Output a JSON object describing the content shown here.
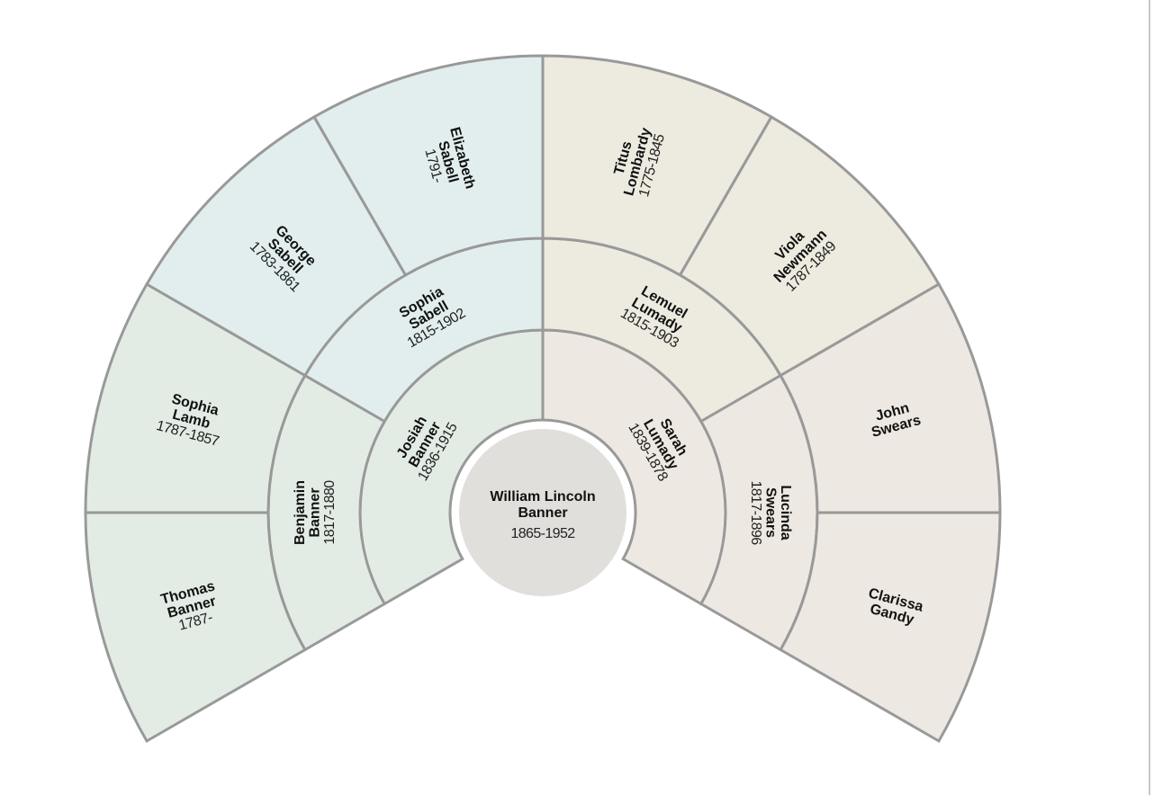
{
  "colors": {
    "paternal_father": "#e2ece4",
    "paternal_mother": "#e2eeee",
    "maternal_father": "#edeadf",
    "maternal_mother": "#ede8e1",
    "root": "#e0dfdc",
    "stroke": "#999999"
  },
  "root": {
    "name1": "William Lincoln",
    "name2": "Banner",
    "dates": "1865-1952"
  },
  "generations": [
    [
      {
        "names": [
          "Josiah",
          "Banner"
        ],
        "dates": "1836-1915",
        "color": "#e2ece4"
      },
      {
        "names": [
          "Sarah",
          "Lumady"
        ],
        "dates": "1839-1878",
        "color": "#ede8e1"
      }
    ],
    [
      {
        "names": [
          "Benjamin",
          "Banner"
        ],
        "dates": "1817-1880",
        "color": "#e2ece4"
      },
      {
        "names": [
          "Sophia",
          "Sabell"
        ],
        "dates": "1815-1902",
        "color": "#e2eeee"
      },
      {
        "names": [
          "Lemuel",
          "Lumady"
        ],
        "dates": "1815-1903",
        "color": "#edeadf"
      },
      {
        "names": [
          "Lucinda",
          "Swears"
        ],
        "dates": "1817-1896",
        "color": "#ede8e1"
      }
    ],
    [
      {
        "names": [
          "Thomas",
          "Banner"
        ],
        "dates": "1787-",
        "color": "#e2ece4"
      },
      {
        "names": [
          "Sophia",
          "Lamb"
        ],
        "dates": "1787-1857",
        "color": "#e2ece4"
      },
      {
        "names": [
          "George",
          "Sabell"
        ],
        "dates": "1783-1861",
        "color": "#e2eeee"
      },
      {
        "names": [
          "Elizabeth",
          "Sabell"
        ],
        "dates": "1791-",
        "color": "#e2eeee"
      },
      {
        "names": [
          "Titus",
          "Lombardy"
        ],
        "dates": "1775-1845",
        "color": "#edeadf"
      },
      {
        "names": [
          "Viola",
          "Newmann"
        ],
        "dates": "1787-1849",
        "color": "#edeadf"
      },
      {
        "names": [
          "John",
          "Swears"
        ],
        "dates": null,
        "color": "#ede8e1"
      },
      {
        "names": [
          "Clarissa",
          "Gandy"
        ],
        "dates": null,
        "color": "#ede8e1"
      }
    ]
  ]
}
